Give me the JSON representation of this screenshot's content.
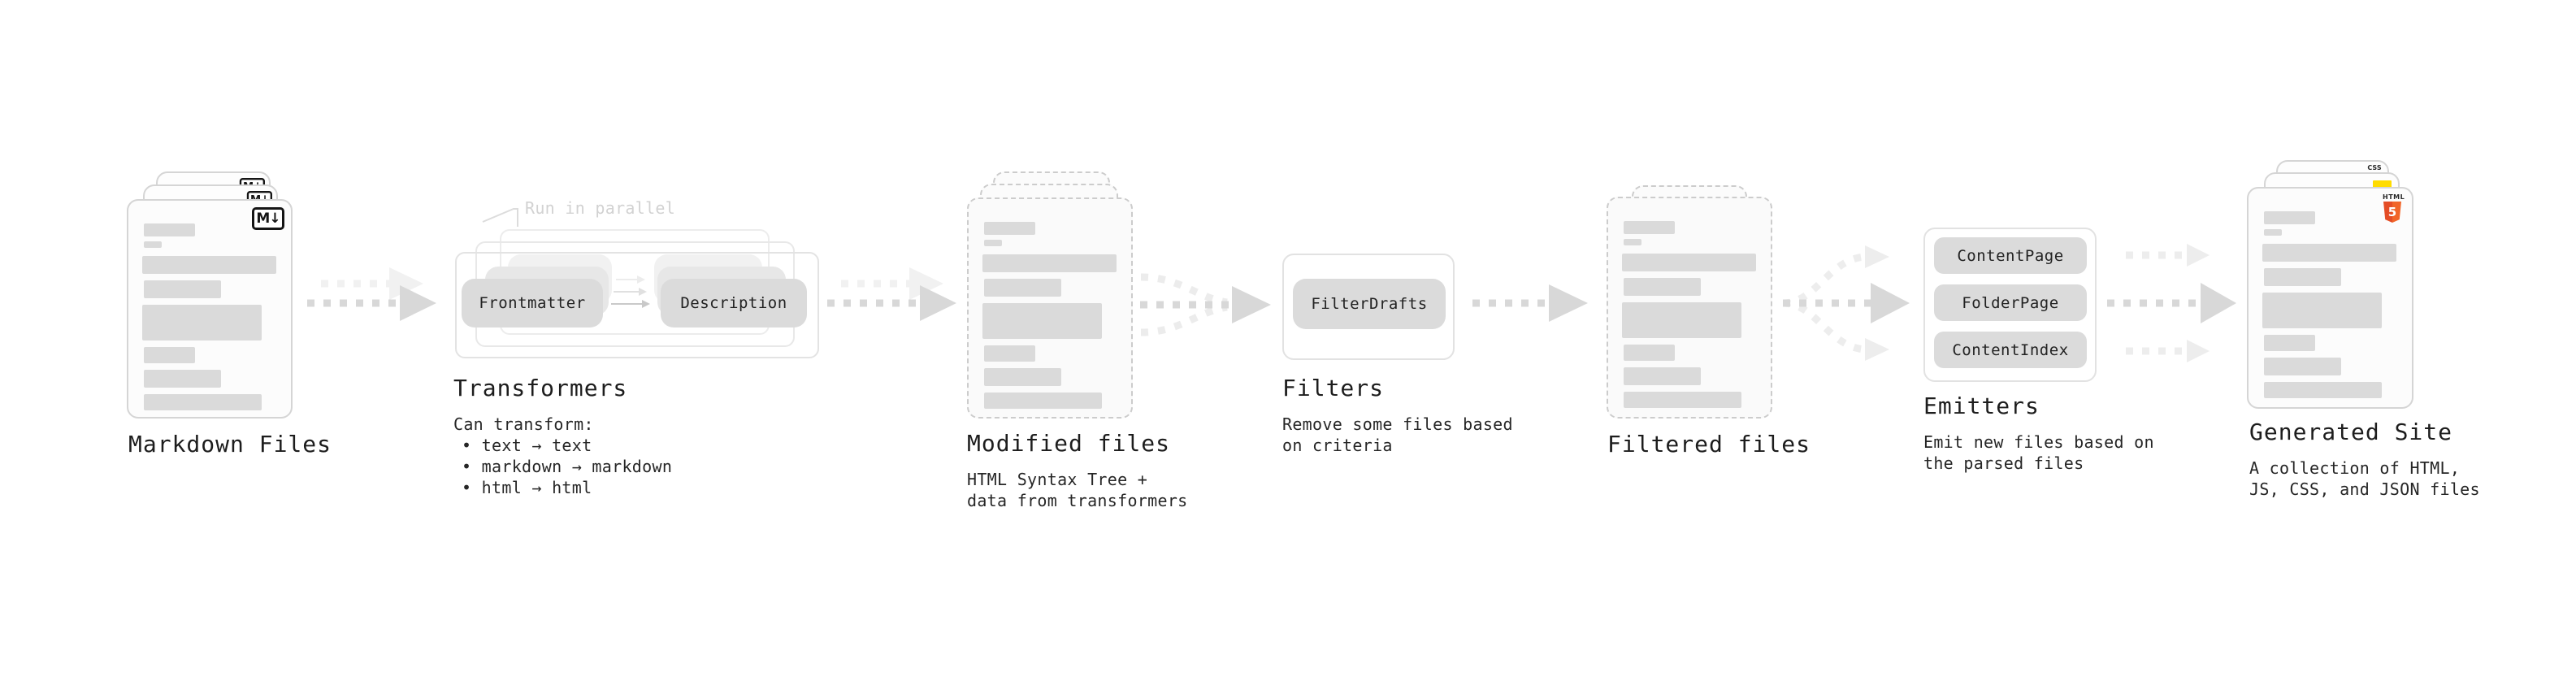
{
  "stages": [
    {
      "id": "markdown",
      "title": "Markdown Files"
    },
    {
      "id": "transformers",
      "title": "Transformers",
      "note": "Run in parallel",
      "chips": [
        "Frontmatter",
        "Description"
      ],
      "body": "Can transform:",
      "bullets": [
        "• text → text",
        "• markdown → markdown",
        "• html → html"
      ]
    },
    {
      "id": "modified",
      "title": "Modified files",
      "lines": [
        "HTML Syntax Tree +",
        "data from transformers"
      ]
    },
    {
      "id": "filters",
      "title": "Filters",
      "chips": [
        "FilterDrafts"
      ],
      "lines": [
        "Remove some files based",
        "on criteria"
      ]
    },
    {
      "id": "filtered",
      "title": "Filtered files"
    },
    {
      "id": "emitters",
      "title": "Emitters",
      "chips": [
        "ContentPage",
        "FolderPage",
        "ContentIndex"
      ],
      "lines": [
        "Emit new files based on",
        "the parsed files"
      ]
    },
    {
      "id": "generated",
      "title": "Generated Site",
      "lines": [
        "A collection of HTML,",
        "JS, CSS, and JSON files"
      ]
    }
  ],
  "icons": {
    "markdown_badge": "M↓",
    "html5_word": "HTML",
    "html5_five": "5",
    "css_word": "CSS",
    "js_icon": "js-yellow-square",
    "flow_arrows": [
      "dashed-arrow",
      "dashed-arrow",
      "merge-dashed-arrow",
      "dashed-arrow",
      "fanout-dashed-arrow",
      "triple-dashed-arrow"
    ]
  },
  "colors": {
    "background": "#ffffff",
    "card_border": "#d5d5d5",
    "dashed_border": "#cccccc",
    "skeleton_bar": "#dadada",
    "chip_fill": "#dbdbdb",
    "arrow_main": "#d8d8d8",
    "arrow_light": "#eeeeee",
    "note_gray": "#d2d2d2",
    "text_dark": "#1d1d1d",
    "html5_orange": "#e44d26",
    "html5_orange_light": "#f16529",
    "js_yellow": "#ffdc00",
    "css_blue": "#2965f1"
  }
}
